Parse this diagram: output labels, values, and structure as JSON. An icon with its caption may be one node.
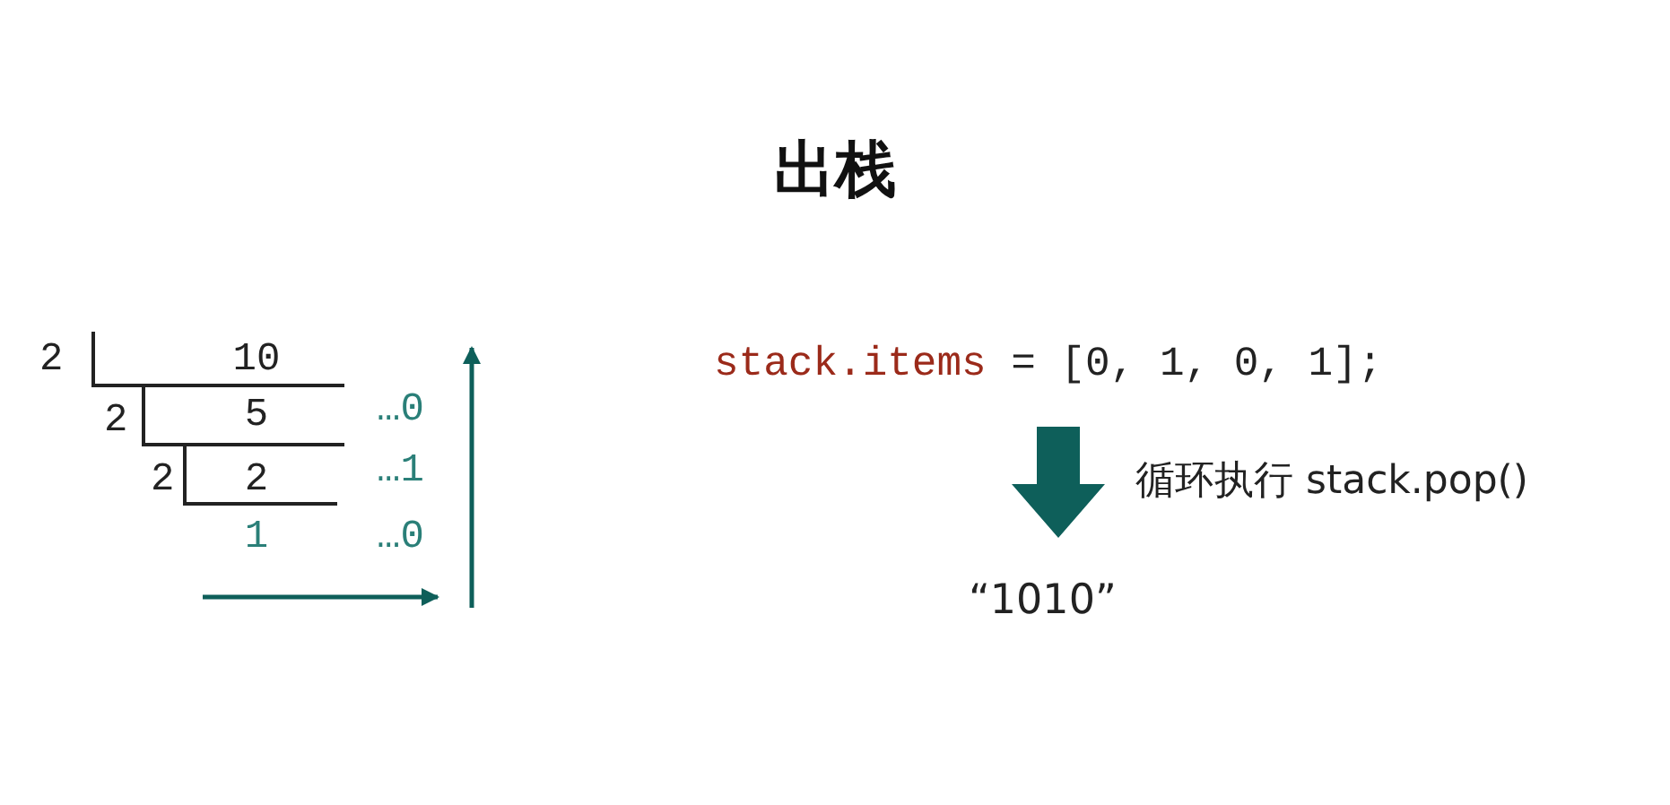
{
  "diagram": {
    "title": "出栈",
    "nodes": [
      {
        "text": [
          "stack.items",
          "= [0, 1, 0, 1];"
        ]
      },
      {
        "text": [
          "“1010”"
        ]
      }
    ],
    "edges": [
      {
        "from": 0,
        "to": 1,
        "arrow": "to",
        "label": "循环执行 stack.pop()",
        "style": "thick",
        "color": "#0e5f5a"
      }
    ],
    "labels": [
      "2",
      "10",
      "2",
      "5",
      "…0",
      "2",
      "2",
      "…1",
      "1",
      "…0"
    ]
  }
}
